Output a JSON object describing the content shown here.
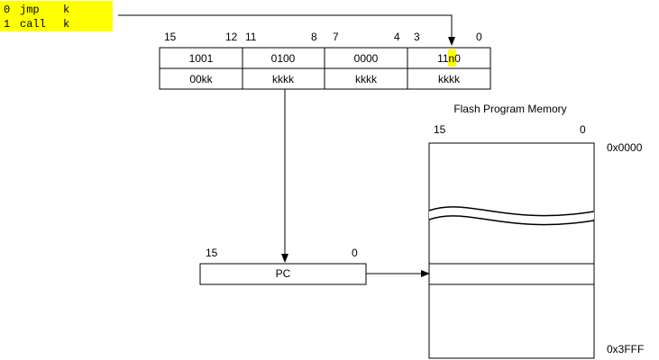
{
  "legend": {
    "background": "#ffff00",
    "rows": [
      {
        "code": "0",
        "mnemonic": "jmp",
        "operand": "k"
      },
      {
        "code": "1",
        "mnemonic": "call",
        "operand": "k"
      }
    ]
  },
  "instruction": {
    "bit_labels": [
      "15",
      "12",
      "11",
      "8",
      "7",
      "4",
      "3",
      "0"
    ],
    "row1": [
      "1001",
      "0100",
      "0000",
      "11n0"
    ],
    "row2": [
      "00kk",
      "kkkk",
      "kkkk",
      "kkkk"
    ],
    "highlight_bit": "n",
    "highlight_color": "#ffff00"
  },
  "pc": {
    "label": "PC",
    "bit_high": "15",
    "bit_low": "0"
  },
  "memory": {
    "title": "Flash Program Memory",
    "bit_high": "15",
    "bit_low": "0",
    "addr_top": "0x0000",
    "addr_bottom": "0x3FFF"
  }
}
